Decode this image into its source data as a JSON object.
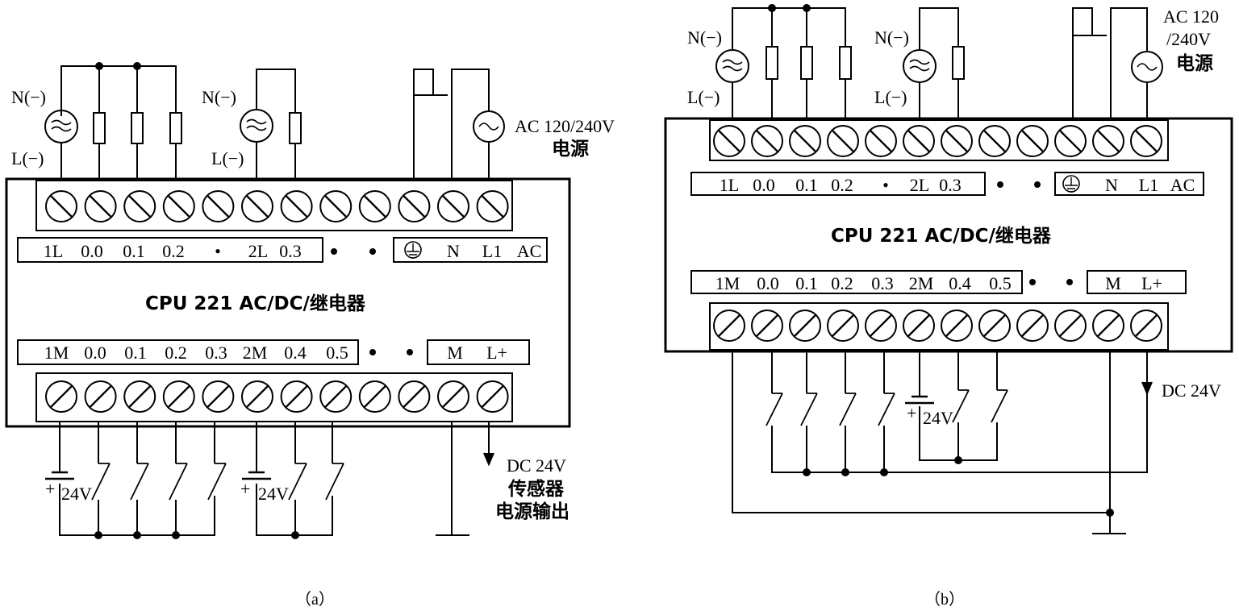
{
  "diagram_a": {
    "caption": "（a）",
    "cpu_label": "CPU 221 AC/DC/继电器",
    "top_left_labels": [
      "1L",
      "0.0",
      "0.1",
      "0.2",
      "•",
      "2L",
      "0.3"
    ],
    "top_right_labels": [
      "N",
      "L1",
      "AC"
    ],
    "bottom_left_labels": [
      "1M",
      "0.0",
      "0.1",
      "0.2",
      "0.3",
      "2M",
      "0.4",
      "0.5"
    ],
    "bottom_right_labels": [
      "M",
      "L+"
    ],
    "source_n_1": "N(−)",
    "source_l_1": "L(−)",
    "source_n_2": "N(−)",
    "source_l_2": "L(−)",
    "ac_supply_line1": "AC 120/240V",
    "ac_supply_line2": "电源",
    "dc_24v": "DC 24V",
    "sensor_line1": "传感器",
    "sensor_line2": "电源输出",
    "battery_1": "24V",
    "battery_2": "24V",
    "plus_1": "+",
    "plus_2": "+"
  },
  "diagram_b": {
    "caption": "（b）",
    "cpu_label": "CPU 221 AC/DC/继电器",
    "top_left_labels": [
      "1L",
      "0.0",
      "0.1",
      "0.2",
      "•",
      "2L",
      "0.3"
    ],
    "top_right_labels": [
      "N",
      "L1",
      "AC"
    ],
    "bottom_left_labels": [
      "1M",
      "0.0",
      "0.1",
      "0.2",
      "0.3",
      "2M",
      "0.4",
      "0.5"
    ],
    "bottom_right_labels": [
      "M",
      "L+"
    ],
    "source_n_1": "N(−)",
    "source_l_1": "L(−)",
    "source_n_2": "N(−)",
    "source_l_2": "L(−)",
    "ac_supply_line1": "AC 120",
    "ac_supply_line2": "/240V",
    "ac_supply_line3": "电源",
    "dc_24v": "DC 24V",
    "battery": "24V",
    "plus": "+"
  }
}
